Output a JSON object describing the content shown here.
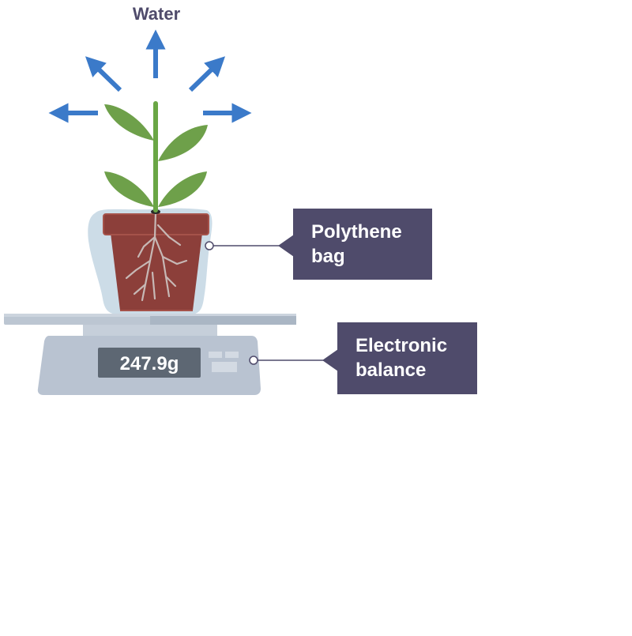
{
  "diagram": {
    "water_label": "Water",
    "callouts": {
      "bag": "Polythene\nbag",
      "balance": "Electronic\nbalance"
    },
    "balance_display": "247.9g"
  },
  "colors": {
    "arrow": "#3b7ac9",
    "leaf": "#6ea04a",
    "stem": "#6aa645",
    "pot": "#8c3f3a",
    "pot_rim": "#a5524a",
    "roots": "#c7b8b5",
    "bag": "#c6d8e4",
    "balance_body": "#b9c3d1",
    "balance_platform": "#aab6c4",
    "display": "#5d6773",
    "callout": "#4f4b6b",
    "label_text": "#4f4b6b"
  },
  "icons": [
    "arrow-up-icon",
    "arrow-up-left-icon",
    "arrow-up-right-icon",
    "arrow-left-icon",
    "arrow-right-icon"
  ]
}
